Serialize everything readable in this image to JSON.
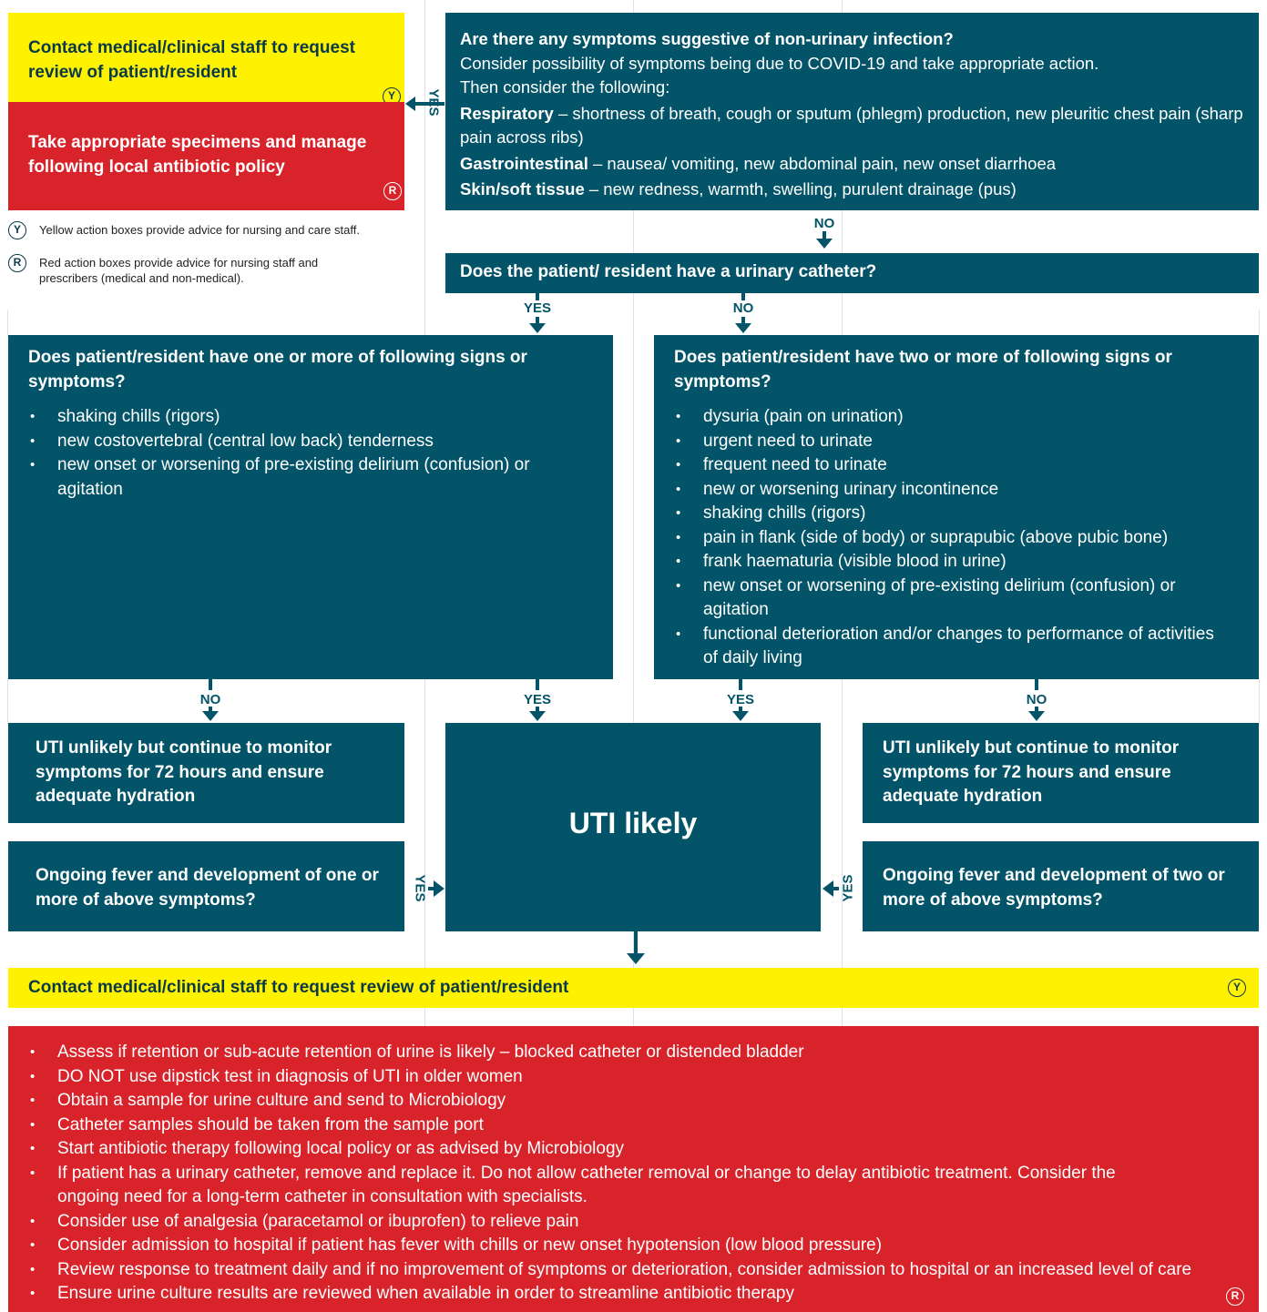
{
  "colors": {
    "teal": "#035468",
    "yellow": "#fff200",
    "red": "#d8232a"
  },
  "yellow_box_top": {
    "text": "Contact medical/clinical staff to request review of patient/resident",
    "badge": "Y"
  },
  "red_box_top": {
    "text": "Take appropriate specimens and manage following local antibiotic policy",
    "badge": "R"
  },
  "legend": {
    "y_badge": "Y",
    "y_text": "Yellow action boxes provide advice for nursing and care staff.",
    "r_badge": "R",
    "r_text": "Red action boxes provide advice for nursing staff and prescribers (medical and non-medical)."
  },
  "q1": {
    "title": "Are there any symptoms suggestive of non-urinary infection?",
    "line1": "Consider possibility of symptoms being due to COVID-19 and take appropriate action.",
    "line2": "Then consider the following:",
    "resp_label": "Respiratory",
    "resp_text": " – shortness of breath, cough or sputum (phlegm) production, new pleuritic chest pain (sharp pain across ribs)",
    "gi_label": "Gastrointestinal",
    "gi_text": " – nausea/ vomiting, new abdominal pain, new onset diarrhoea",
    "skin_label": "Skin/soft tissue",
    "skin_text": " – new redness, warmth, swelling, purulent drainage (pus)"
  },
  "labels": {
    "yes": "YES",
    "no": "NO"
  },
  "q2": {
    "title": "Does the patient/ resident have a urinary catheter?"
  },
  "left_q": {
    "title": "Does patient/resident have one or more of following signs or symptoms?",
    "items": [
      "shaking chills (rigors)",
      "new costovertebral (central low back) tenderness",
      "new onset or worsening of pre-existing delirium (confusion) or agitation"
    ]
  },
  "right_q": {
    "title": "Does patient/resident have two or more of following signs or symptoms?",
    "items": [
      "dysuria (pain on urination)",
      "urgent need to urinate",
      "frequent need to urinate",
      "new or worsening urinary incontinence",
      "shaking chills (rigors)",
      "pain in flank (side of body) or suprapubic (above pubic bone)",
      "frank haematuria (visible blood in urine)",
      "new onset or worsening of pre-existing delirium (confusion) or agitation",
      "functional deterioration and/or changes to performance of activities of daily living"
    ]
  },
  "unlikely_left": "UTI unlikely but continue to monitor symptoms for 72 hours and ensure adequate hydration",
  "unlikely_right": "UTI unlikely but continue to monitor symptoms for 72 hours and ensure adequate hydration",
  "uti_likely": "UTI likely",
  "fever_left": "Ongoing fever and development of one or more of above symptoms?",
  "fever_right": "Ongoing fever and development of two or more of above symptoms?",
  "yellow_bottom": {
    "text": "Contact medical/clinical staff to request review of patient/resident",
    "badge": "Y"
  },
  "red_bottom": {
    "badge": "R",
    "items": [
      "Assess if retention or sub-acute retention of urine is likely – blocked catheter or distended bladder",
      "DO NOT use dipstick test in diagnosis of UTI in older women",
      "Obtain a sample for urine culture and send to Microbiology",
      "Catheter samples should be taken from the sample port",
      "Start antibiotic therapy following local policy or as advised by Microbiology",
      "If patient has a urinary catheter, remove and replace it. Do not allow catheter removal or change to delay antibiotic treatment. Consider the ongoing need for a long-term catheter in consultation with specialists.",
      "Consider use of analgesia (paracetamol or ibuprofen) to relieve pain",
      "Consider admission to hospital if patient has fever with chills or new onset hypotension (low blood pressure)",
      "Review response to treatment daily and if no improvement of symptoms or deterioration, consider admission to hospital or an increased level of care",
      "Ensure urine culture results are reviewed when available in order to streamline antibiotic therapy"
    ]
  }
}
